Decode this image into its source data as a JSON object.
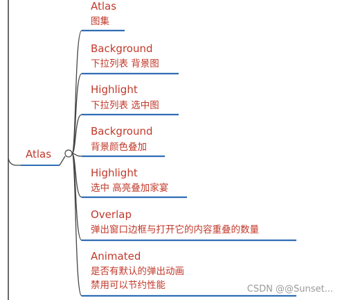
{
  "mindmap": {
    "root_label": "Atlas",
    "branches": [
      {
        "title": "Atlas",
        "lines": [
          "图集"
        ]
      },
      {
        "title": "Background",
        "lines": [
          "下拉列表 背景图"
        ]
      },
      {
        "title": "Highlight",
        "lines": [
          "下拉列表 选中图"
        ]
      },
      {
        "title": "Background",
        "lines": [
          "背景颜色叠加"
        ]
      },
      {
        "title": "Highlight",
        "lines": [
          "选中 高亮叠加家宴"
        ]
      },
      {
        "title": "Overlap",
        "lines": [
          "弹出窗口边框与打开它的内容重叠的数量"
        ]
      },
      {
        "title": "Animated",
        "lines": [
          "是否有默认的弹出动画",
          "禁用可以节约性能"
        ]
      }
    ]
  },
  "watermark": "CSDN @@Sunset...",
  "colors": {
    "text": "#c0392b",
    "underline": "#2f6db5",
    "connector": "#444444",
    "watermark": "#9a9a9a"
  }
}
